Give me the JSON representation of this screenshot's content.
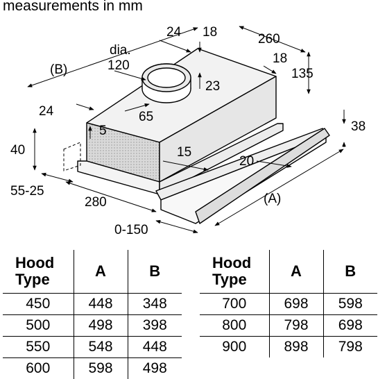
{
  "header": {
    "title": "measurements in mm"
  },
  "dimensions": {
    "d24_top": "24",
    "d18_top": "18",
    "d260": "260",
    "dia": "dia.",
    "d120": "120",
    "d18_right": "18",
    "d135": "135",
    "B": "(B)",
    "d23": "23",
    "d24_left": "24",
    "d65": "65",
    "d5": "5",
    "d38": "38",
    "d40": "40",
    "d15": "15",
    "d20": "20",
    "d55_25": "55-25",
    "A": "(A)",
    "d280": "280",
    "d0_150": "0-150"
  },
  "table_left": {
    "headers": {
      "type": "Hood\nType",
      "a": "A",
      "b": "B"
    },
    "rows": [
      [
        "450",
        "448",
        "348"
      ],
      [
        "500",
        "498",
        "398"
      ],
      [
        "550",
        "548",
        "448"
      ],
      [
        "600",
        "598",
        "498"
      ]
    ]
  },
  "table_right": {
    "headers": {
      "type": "Hood\nType",
      "a": "A",
      "b": "B"
    },
    "rows": [
      [
        "700",
        "698",
        "598"
      ],
      [
        "800",
        "798",
        "698"
      ],
      [
        "900",
        "898",
        "798"
      ]
    ]
  }
}
